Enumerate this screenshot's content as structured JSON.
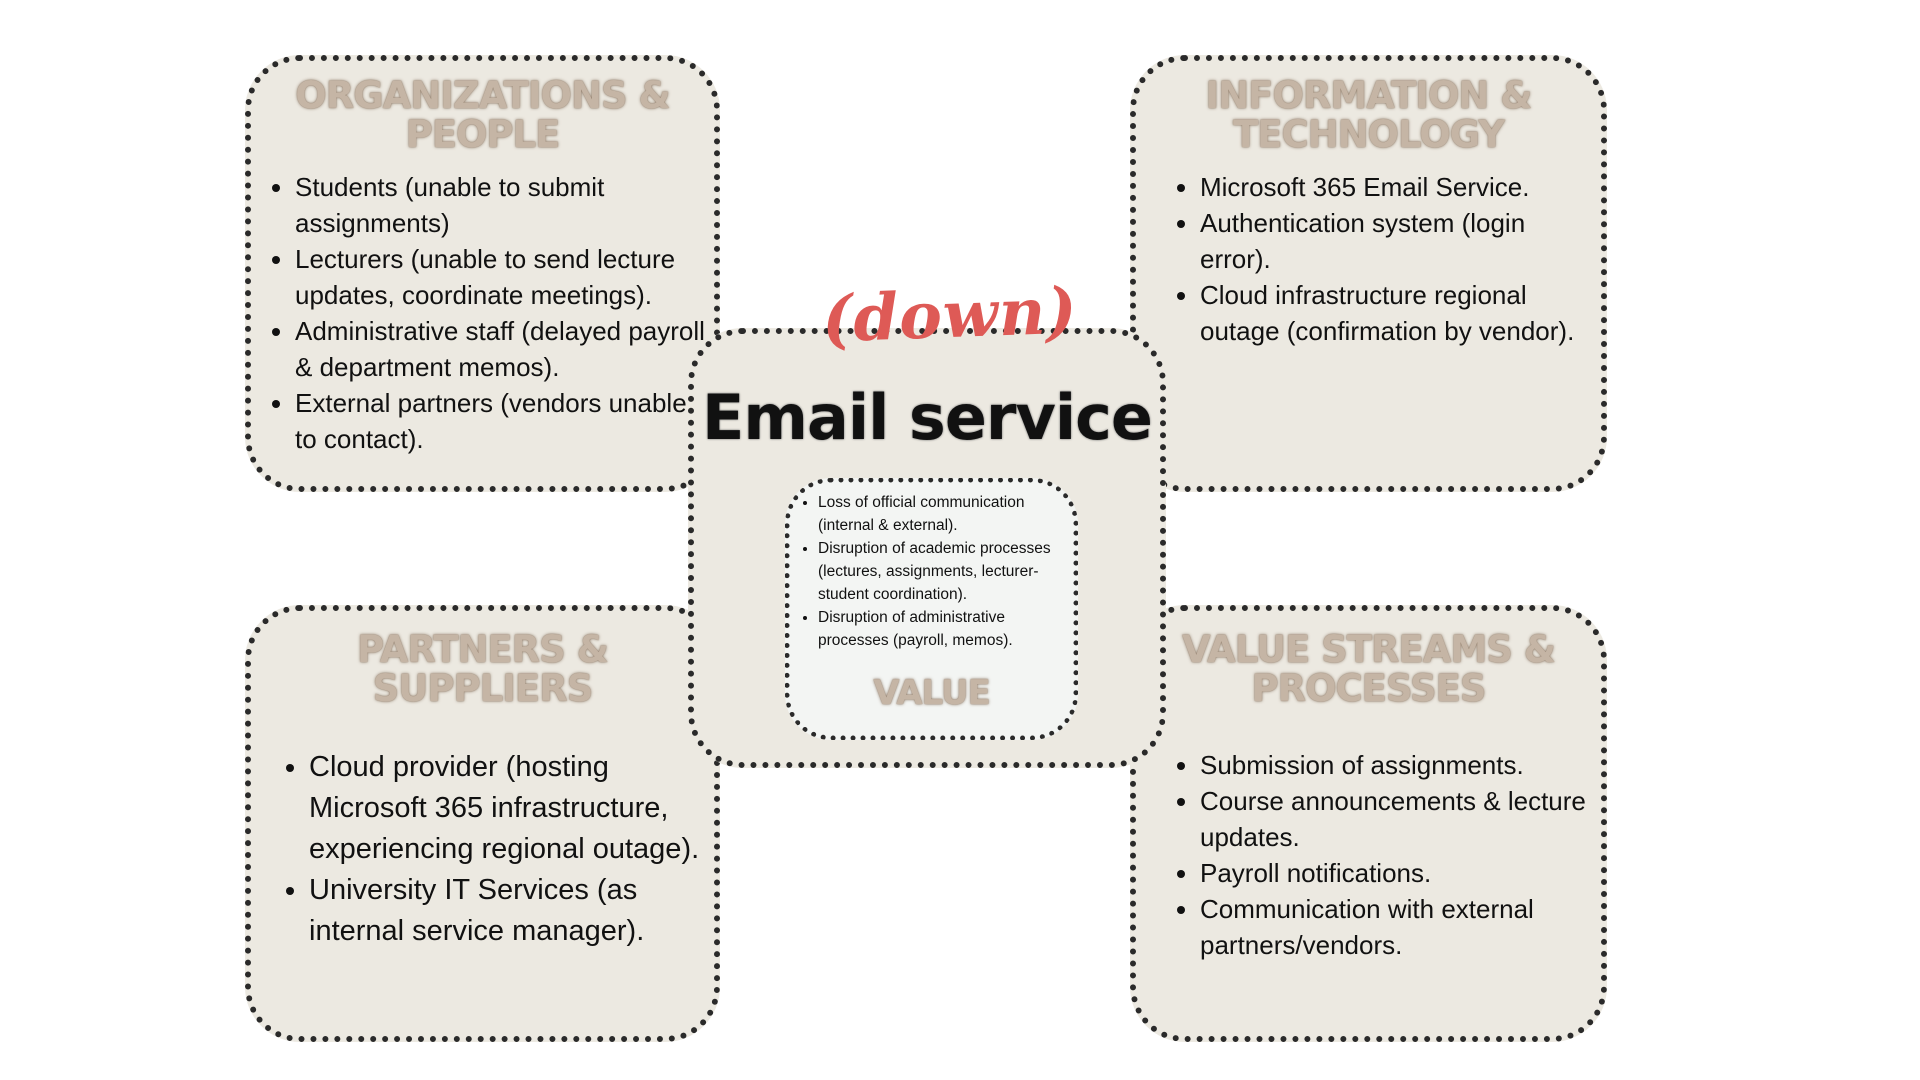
{
  "organizations_people": {
    "title_line1": "ORGANIZATIONS &",
    "title_line2": "PEOPLE",
    "items": [
      "Students (unable to submit assignments)",
      "Lecturers (unable to send lecture updates, coordinate meetings).",
      "Administrative staff (delayed payroll & department memos).",
      "External partners (vendors unable to contact)."
    ]
  },
  "information_technology": {
    "title_line1": "INFORMATION &",
    "title_line2": "TECHNOLOGY",
    "items": [
      "Microsoft 365 Email Service.",
      "Authentication system (login error).",
      "Cloud infrastructure regional outage (confirmation by vendor)."
    ]
  },
  "partners_suppliers": {
    "title_line1": "PARTNERS &",
    "title_line2": "SUPPLIERS",
    "items": [
      "Cloud provider (hosting Microsoft 365 infrastructure, experiencing regional outage).",
      "University IT Services (as internal service manager)."
    ]
  },
  "value_streams_processes": {
    "title_line1": "VALUE STREAMS &",
    "title_line2": "PROCESSES",
    "items": [
      "Submission of assignments.",
      "Course announcements & lecture updates.",
      "Payroll notifications.",
      "Communication with external partners/vendors."
    ]
  },
  "center": {
    "status_label": "(down)",
    "title": "Email service",
    "value": {
      "title": "VALUE",
      "items": [
        "Loss of official communication (internal & external).",
        "Disruption of academic processes (lectures, assignments, lecturer-student coordination).",
        "Disruption of administrative processes (payroll, memos)."
      ]
    }
  },
  "colors": {
    "card_background": "#ece9e1",
    "value_background": "#f3f5f3",
    "heading": "#c5b5a5",
    "status_red": "#de5a56",
    "border": "#2a2a2a"
  }
}
